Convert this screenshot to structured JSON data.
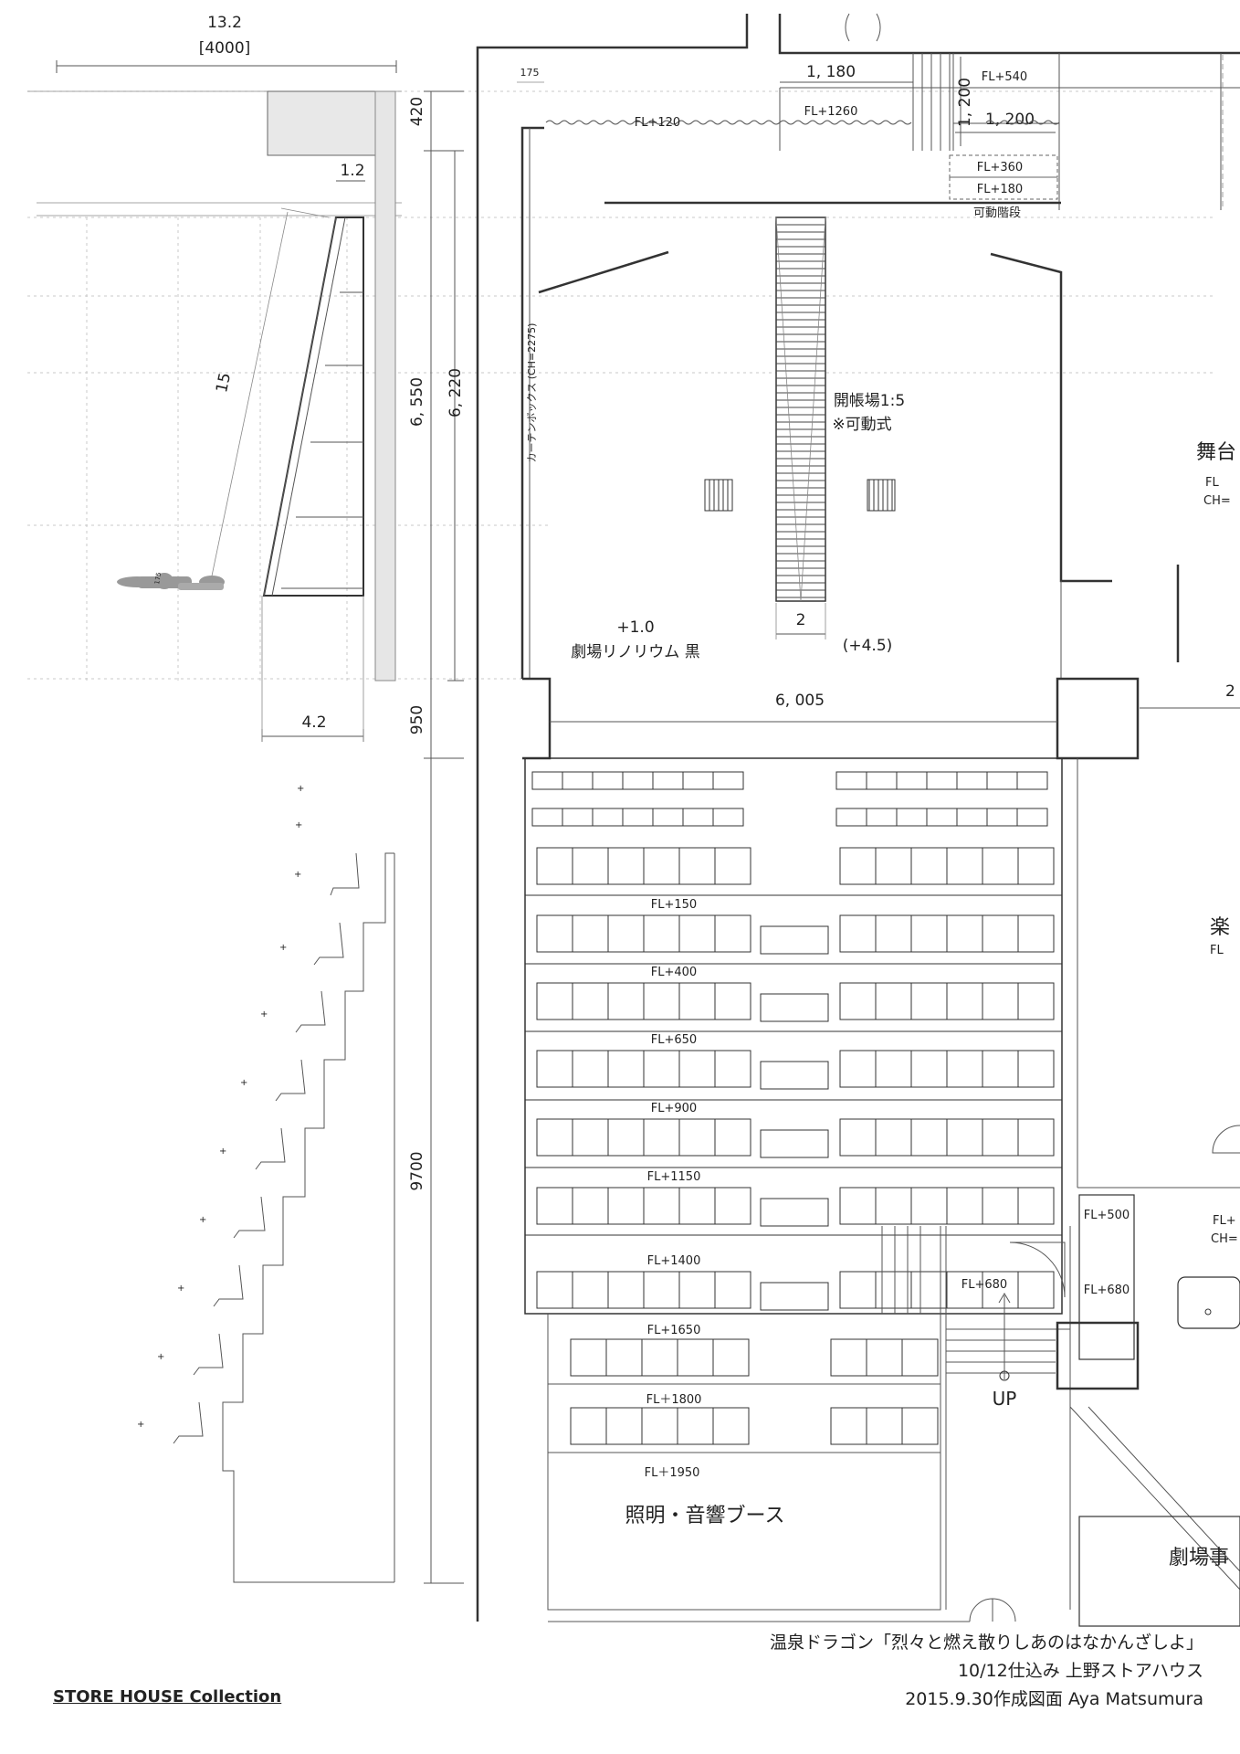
{
  "section": {
    "width_top": "13.2",
    "width_top_mm": "[4000]",
    "top_offset": "1.2",
    "slope_length": "15",
    "person_height": "175",
    "base_width": "4.2"
  },
  "vertical_dims": {
    "top": "420",
    "upper_main": "6, 550",
    "upper_inner": "6, 220",
    "mid": "950",
    "seating": "9700"
  },
  "plan": {
    "dim_175": "175",
    "dim_1180": "1, 180",
    "dim_1200_v": "1, 200",
    "dim_1200_h": "1, 200",
    "fl_540": "FL+540",
    "fl_120": "FL+120",
    "fl_1260": "FL+1260",
    "fl_360": "FL+360",
    "fl_180": "FL+180",
    "movable_steps": "可動階段",
    "curtain_box": "カーテンボックス (CH=2275)",
    "ramp_label": "開帳場1:5",
    "ramp_note": "※可動式",
    "ramp_width": "2",
    "ramp_height": "(+4.5)",
    "floor_level": "+1.0",
    "floor_finish": "劇場リノリウム 黒",
    "stage_width": "6, 005",
    "stage_right_label": "舞台",
    "stage_right_fl": "FL",
    "stage_right_ch": "CH=",
    "stage_right_dim": "2",
    "green_room": "楽",
    "green_room_fl": "FL",
    "row_levels": [
      "FL+150",
      "FL+400",
      "FL+650",
      "FL+900",
      "FL+1150",
      "FL+1400",
      "FL+1650",
      "FL＋1800"
    ],
    "booth_level": "FL＋1950",
    "booth": "照明・音響ブース",
    "fl_680_a": "FL+680",
    "fl_500": "FL+500",
    "fl_680_b": "FL+680",
    "fl_right": "FL+",
    "ch_right": "CH=",
    "up": "UP",
    "office": "劇場事"
  },
  "footer": {
    "title": "温泉ドラゴン「烈々と燃え散りしあのはなかんざしよ」",
    "subtitle": "10/12仕込み 上野ストアハウス",
    "date_author": "2015.9.30作成図面  Aya Matsumura",
    "credit": "STORE HOUSE Collection"
  }
}
